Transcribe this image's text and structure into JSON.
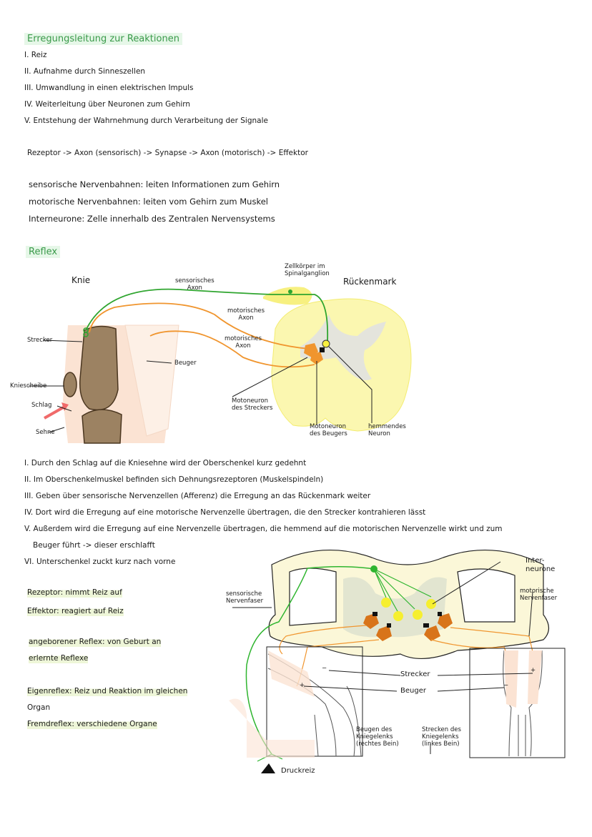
{
  "section1": {
    "title": "Erregungsleitung zur Reaktionen",
    "steps": [
      "I. Reiz",
      "II. Aufnahme durch Sinneszellen",
      "III. Umwandlung in einen elektrischen Impuls",
      "IV. Weiterleitung über Neuronen zum Gehirn",
      "V. Entstehung der Wahrnehmung durch Verarbeitung der Signale"
    ],
    "chain": "Rezeptor -> Axon (sensorisch) -> Synapse -> Axon (motorisch) -> Effektor",
    "definitions": [
      "sensorische Nervenbahnen: leiten Informationen zum Gehirn",
      "motorische Nervenbahnen: leiten vom Gehirn zum Muskel",
      "Interneurone: Zelle innerhalb des Zentralen Nervensystems"
    ]
  },
  "section2": {
    "title": "Reflex",
    "diagram1": {
      "knee": "Knie",
      "spinal_cord": "Rückenmark",
      "cell_body": [
        "Zellkörper im",
        "Spinalganglion"
      ],
      "sensory_axon": [
        "sensorisches",
        "Axon"
      ],
      "motor_axon_1": [
        "motorisches",
        "Axon"
      ],
      "motor_axon_2": [
        "motorisches",
        "Axon"
      ],
      "extensor": "Strecker",
      "flexor": "Beuger",
      "patella": "Kniescheibe",
      "hit": "Schlag",
      "tendon": "Sehne",
      "motoneuron_extensor": [
        "Motoneuron",
        "des Streckers"
      ],
      "motoneuron_flexor": [
        "Motoneuron",
        "des Beugers"
      ],
      "inhibitory_neuron": [
        "hemmendes",
        "Neuron"
      ]
    },
    "steps": [
      "I. Durch den Schlag auf die Kniesehne wird der Oberschenkel kurz gedehnt",
      "II. Im Oberschenkelmuskel befinden sich Dehnungsrezeptoren (Muskelspindeln)",
      "III. Geben über sensorische Nervenzellen (Afferenz) die Erregung an das Rückenmark weiter",
      "IV. Dort wird die Erregung auf eine motorische Nervenzelle übertragen, die den Strecker kontrahieren lässt",
      "V. Außerdem wird die Erregung auf eine Nervenzelle übertragen, die hemmend auf die motorischen Nervenzelle wirkt und zum",
      "Beuger führt -> dieser erschlafft",
      "VI. Unterschenkel zuckt kurz nach vorne"
    ],
    "notes": [
      "Rezeptor: nimmt Reiz auf",
      "Effektor: reagiert auf Reiz",
      "angeborener Reflex: von Geburt an",
      "erlernte Reflexe",
      "Eigenreflex: Reiz und Reaktion im gleichen",
      "Organ",
      "Fremdreflex: verschiedene Organe"
    ],
    "diagram2": {
      "sensory_fiber": [
        "sensorische",
        "Nervenfaser"
      ],
      "interneurons": [
        "Inter-",
        "neurone"
      ],
      "motor_fiber": [
        "motorische",
        "Nervenfaser"
      ],
      "extensor": "Strecker",
      "flexor": "Beuger",
      "left_caption": [
        "Beugen des",
        "Kniegelenks",
        "(rechtes Bein)"
      ],
      "right_caption": [
        "Strecken des",
        "Kniegelenks",
        "(linkes Bein)"
      ],
      "stimulus": "Druckreiz",
      "minus": "−",
      "plus": "+"
    }
  },
  "colors": {
    "heading": "#3a9a4a",
    "sensory": "#2fb52f",
    "motor": "#f0952e",
    "cord": "#fbf6a0",
    "bone": "#9c8262"
  }
}
